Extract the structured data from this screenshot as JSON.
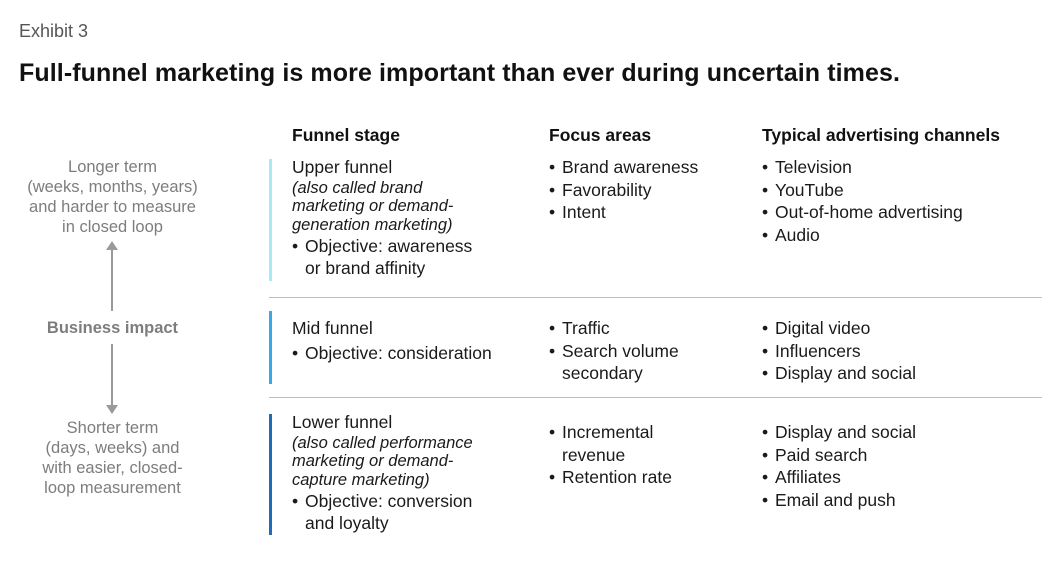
{
  "exhibit_label": "Exhibit 3",
  "title": "Full-funnel marketing is more important than ever during uncertain times.",
  "side": {
    "top": "Longer term\n(weeks, months, years)\nand harder to measure\nin closed loop",
    "middle": "Business impact",
    "bottom": "Shorter term\n(days, weeks) and\nwith easier, closed-\nloop measurement"
  },
  "headers": {
    "stage": "Funnel stage",
    "focus": "Focus areas",
    "channels": "Typical advertising channels"
  },
  "rows": [
    {
      "stage": "Upper funnel",
      "note": "(also called brand\nmarketing or demand-\ngeneration marketing)",
      "objective": "Objective: awareness\nor brand affinity",
      "focus": [
        "Brand awareness",
        "Favorability",
        "Intent"
      ],
      "channels": [
        "Television",
        "YouTube",
        "Out-of-home advertising",
        "Audio"
      ],
      "bar_color": "#a6e9f5"
    },
    {
      "stage": "Mid funnel",
      "note": "",
      "objective": "Objective: consideration",
      "focus": [
        "Traffic",
        "Search volume\nsecondary"
      ],
      "channels": [
        "Digital video",
        "Influencers",
        "Display and social"
      ],
      "bar_color": "#39a8e6"
    },
    {
      "stage": "Lower funnel",
      "note": "(also called performance\nmarketing or demand-\ncapture marketing)",
      "objective": "Objective: conversion\nand loyalty",
      "focus": [
        "Incremental\nrevenue",
        "Retention rate"
      ],
      "channels": [
        "Display and social",
        "Paid search",
        "Affiliates",
        "Email and push"
      ],
      "bar_color": "#1f6db8"
    }
  ]
}
